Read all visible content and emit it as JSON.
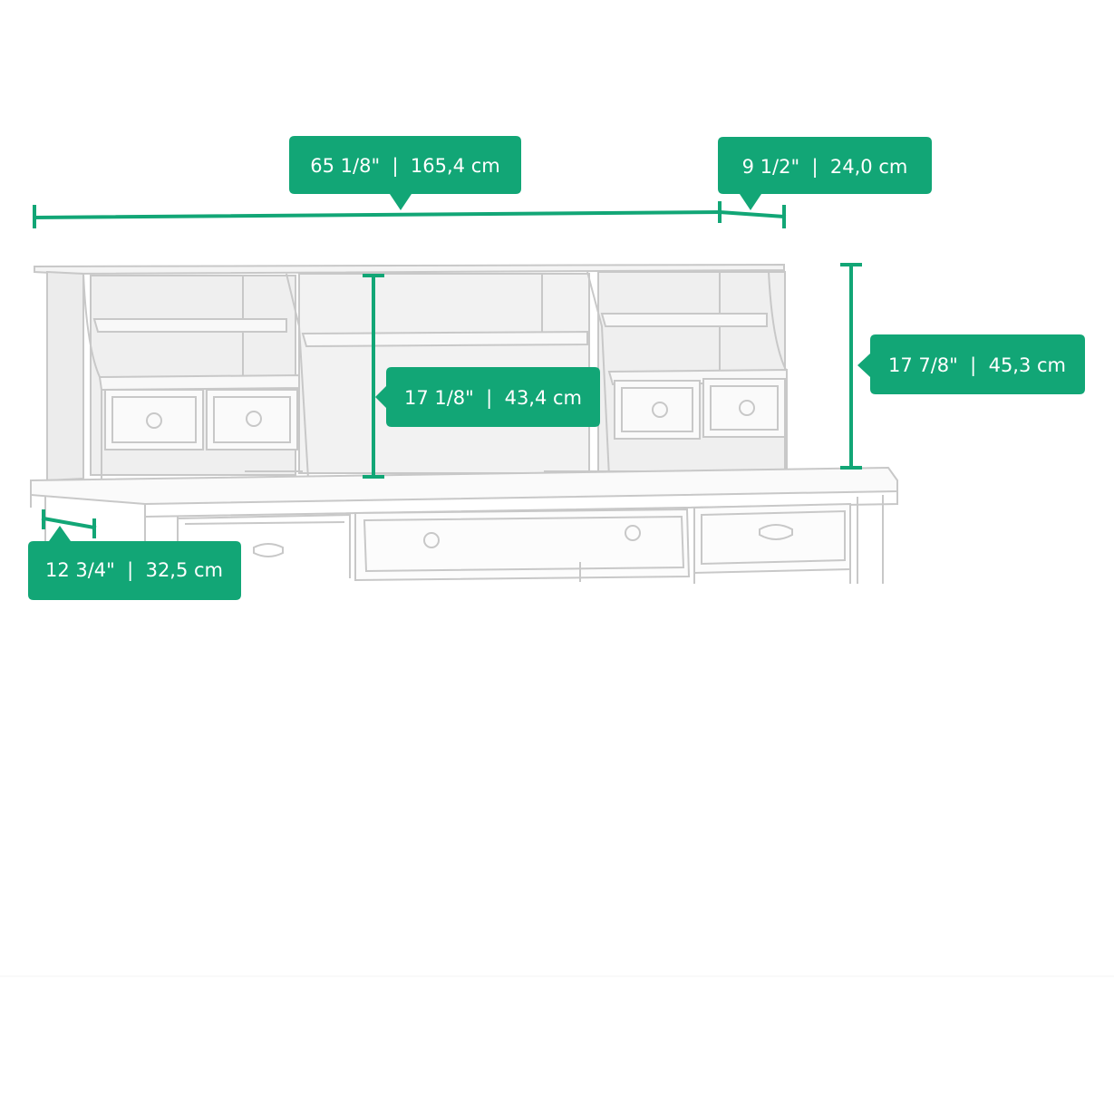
{
  "colors": {
    "accent": "#12a676",
    "line_art": "#c8c8c8",
    "panel_shade": "#ececec",
    "background": "#ffffff"
  },
  "dimensions": {
    "width": "65 1/8\"  |  165,4 cm",
    "depth_extension": "9 1/2\"  |  24,0 cm",
    "inner_height": "17 1/8\"  |  43,4 cm",
    "total_height": "17 7/8\"  |  45,3 cm",
    "desk_depth": "12 3/4\"  |  32,5 cm"
  }
}
